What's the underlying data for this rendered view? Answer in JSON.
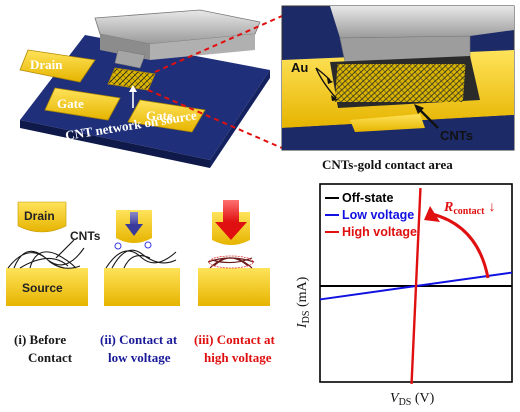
{
  "device": {
    "drain": "Drain",
    "gate_left": "Gate",
    "gate_right": "Gate",
    "network_caption": "CNT network on source"
  },
  "zoom": {
    "au": "Au",
    "cnts": "CNTs",
    "caption": "CNTs-gold contact area"
  },
  "steps": {
    "drain": "Drain",
    "cnts": "CNTs",
    "source": "Source",
    "captions": [
      {
        "line1": "(i) Before",
        "line2": "Contact",
        "color": "#1a1a1a"
      },
      {
        "line1": "(ii) Contact at",
        "line2": "low voltage",
        "color": "#1a1a99"
      },
      {
        "line1": "(iii) Contact at",
        "line2": "high voltage",
        "color": "#e01010"
      }
    ]
  },
  "chart_data": {
    "type": "line",
    "xlabel_main": "V",
    "xlabel_sub": "DS",
    "xlabel_unit": " (V)",
    "ylabel_main": "I",
    "ylabel_sub": "DS",
    "ylabel_unit": " (mA)",
    "annotation_main": "R",
    "annotation_sub": "contact",
    "annotation_arrow": "↓",
    "grid": false,
    "legend_position": "top-left",
    "series": [
      {
        "name": "Off-state",
        "color": "#000000",
        "slope": 0.0
      },
      {
        "name": "Low voltage",
        "color": "#1010e0",
        "slope": 0.14
      },
      {
        "name": "High voltage",
        "color": "#e01010",
        "slope": 22.0
      }
    ]
  }
}
